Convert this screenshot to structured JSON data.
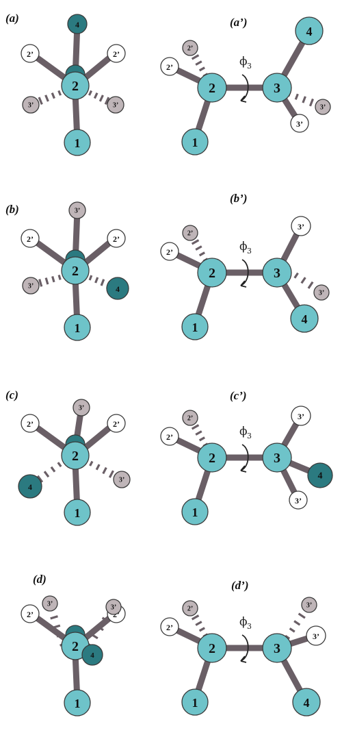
{
  "panel_labels": {
    "a": "(a)",
    "a_prime": "(a’)",
    "b": "(b)",
    "b_prime": "(b’)",
    "c": "(c)",
    "c_prime": "(c’)",
    "d": "(d)",
    "d_prime": "(d’)"
  },
  "atom_labels": {
    "one": "1",
    "two": "2",
    "three": "3",
    "four": "4",
    "two_prime": "2’",
    "three_prime": "3’"
  },
  "torsion": {
    "symbol": "ϕ",
    "subscript": "3"
  },
  "colors": {
    "atom_light_teal": "#6ec3c9",
    "atom_dark_teal": "#2b7a80",
    "atom_white": "#ffffff",
    "atom_grey": "#bfb5b8",
    "bond": "#6a5f66",
    "outline": "#3a3a3a"
  }
}
